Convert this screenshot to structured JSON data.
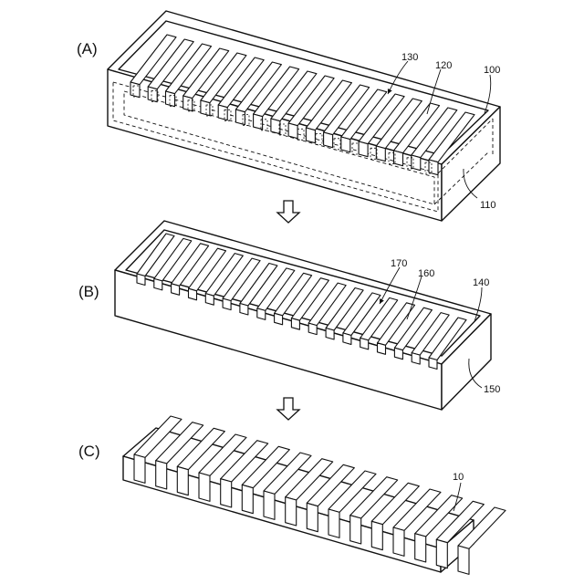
{
  "panels": [
    {
      "label": "(A)",
      "refs": {
        "inner_slots": "130",
        "ribs": "120",
        "outer_box": "100",
        "inner_box": "110"
      }
    },
    {
      "label": "(B)",
      "refs": {
        "grooves": "170",
        "ribs": "160",
        "outer_box": "140",
        "inner_box": "150"
      }
    },
    {
      "label": "(C)",
      "refs": {
        "product": "10"
      }
    }
  ],
  "arrows": [
    "down-arrow",
    "down-arrow"
  ],
  "colors": {
    "line": "#111111",
    "background": "#ffffff"
  }
}
